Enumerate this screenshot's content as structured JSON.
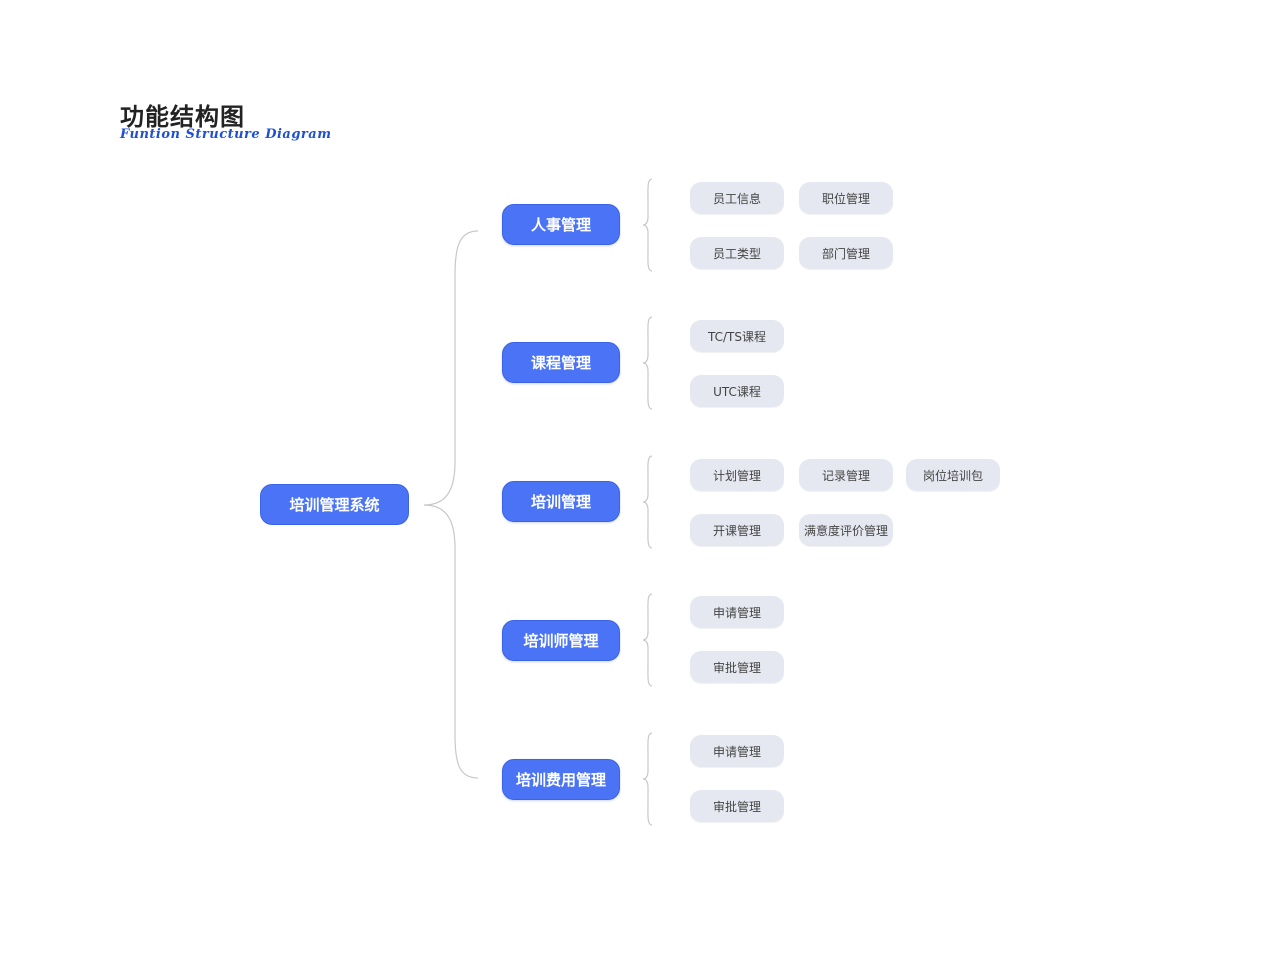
{
  "header": {
    "title": "功能结构图",
    "subtitle": "Funtion Structure Diagram"
  },
  "colors": {
    "branch_fill": "#4a74f5",
    "leaf_fill": "#e6e8f1",
    "subtitle": "#1f4fd6",
    "connector": "#c8c8c8"
  },
  "diagram": {
    "root": "培训管理系统",
    "branches": [
      {
        "label": "人事管理",
        "leaves": [
          [
            "员工信息",
            "职位管理"
          ],
          [
            "员工类型",
            "部门管理"
          ]
        ]
      },
      {
        "label": "课程管理",
        "leaves": [
          [
            "TC/TS课程"
          ],
          [
            "UTC课程"
          ]
        ]
      },
      {
        "label": "培训管理",
        "leaves": [
          [
            "计划管理",
            "记录管理",
            "岗位培训包"
          ],
          [
            "开课管理",
            "满意度评价管理"
          ]
        ]
      },
      {
        "label": "培训师管理",
        "leaves": [
          [
            "申请管理"
          ],
          [
            "审批管理"
          ]
        ]
      },
      {
        "label": "培训费用管理",
        "leaves": [
          [
            "申请管理"
          ],
          [
            "审批管理"
          ]
        ]
      }
    ]
  }
}
